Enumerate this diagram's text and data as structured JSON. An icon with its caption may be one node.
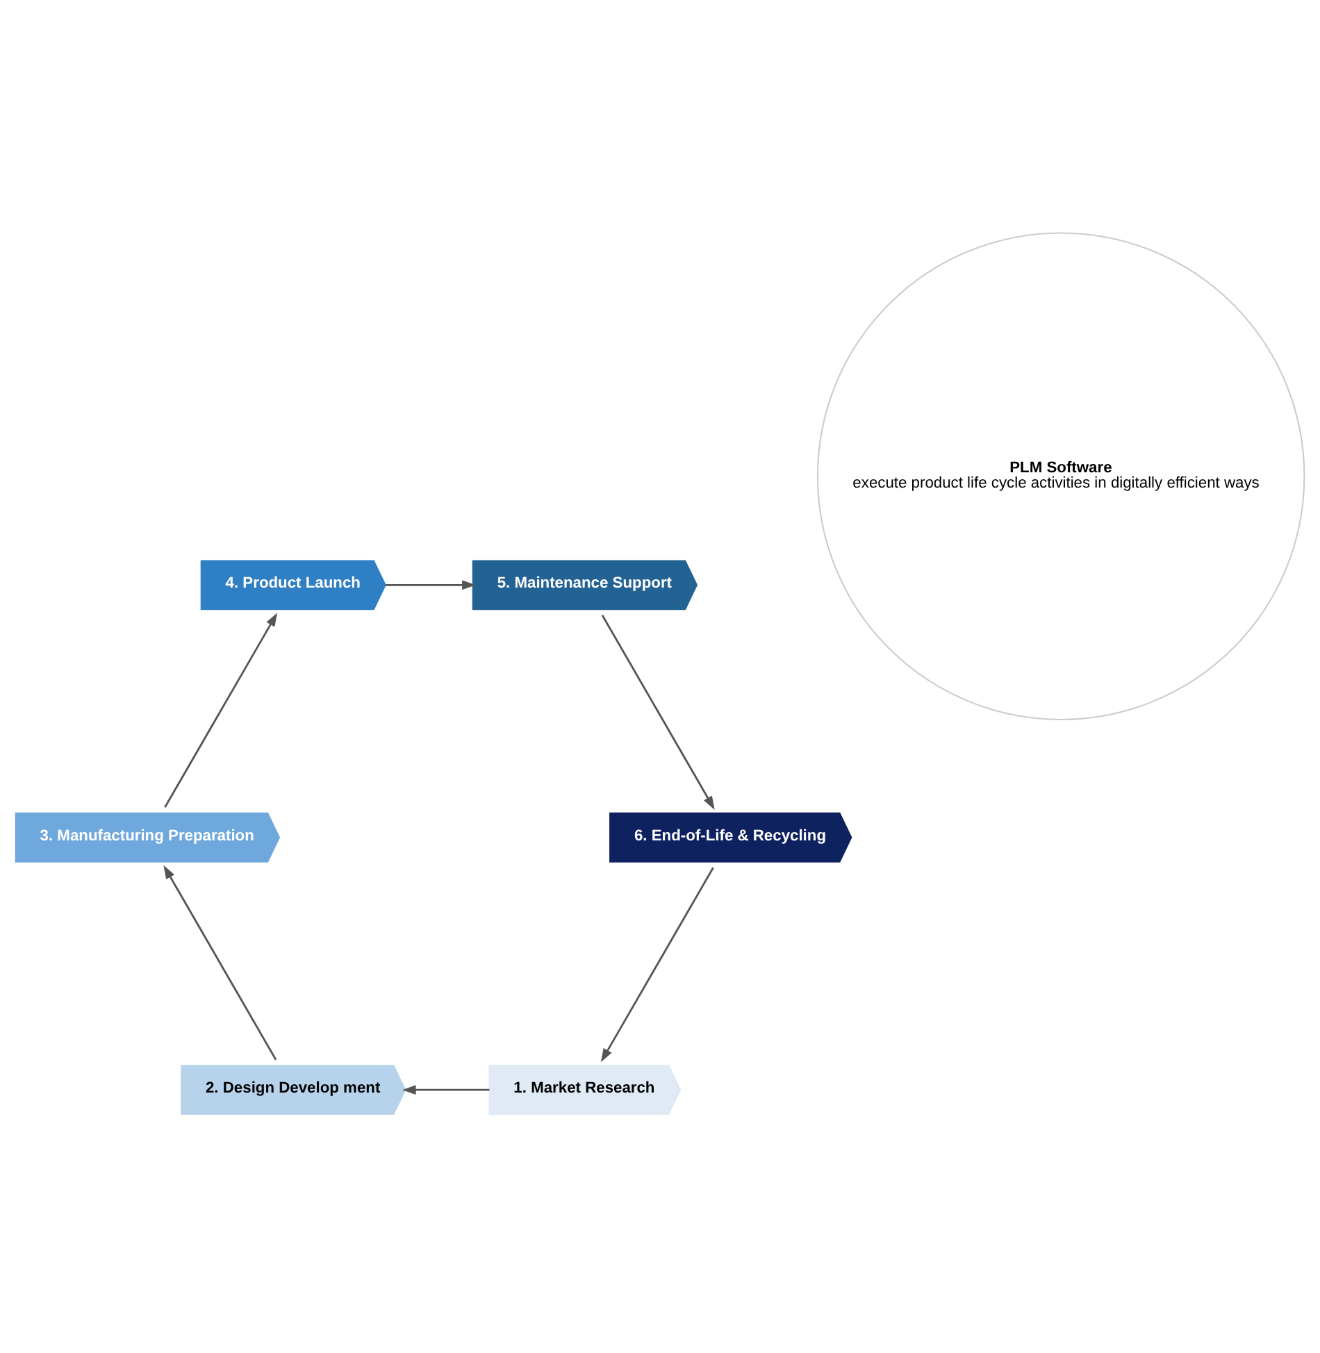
{
  "diagram": {
    "nodes": [
      {
        "text": [
          "PLM Software",
          "execute product life cycle activities in digitally efficient ways"
        ]
      },
      {
        "text": [
          "1. Market Research"
        ]
      },
      {
        "text": [
          "2. Design Develop ment"
        ]
      },
      {
        "text": [
          "3. Manufacturing Preparation"
        ]
      },
      {
        "text": [
          "4. Product Launch"
        ]
      },
      {
        "text": [
          "5. Maintenance Support"
        ]
      },
      {
        "text": [
          "6. End-of-Life & Recycling"
        ]
      }
    ],
    "edges": [
      {
        "from": 1,
        "to": 2,
        "arrow": "to"
      },
      {
        "from": 2,
        "to": 3,
        "arrow": "to"
      },
      {
        "from": 3,
        "to": 4,
        "arrow": "to"
      },
      {
        "from": 4,
        "to": 5,
        "arrow": "to"
      },
      {
        "from": 5,
        "to": 6,
        "arrow": "to"
      },
      {
        "from": 6,
        "to": 1,
        "arrow": "to"
      }
    ]
  }
}
